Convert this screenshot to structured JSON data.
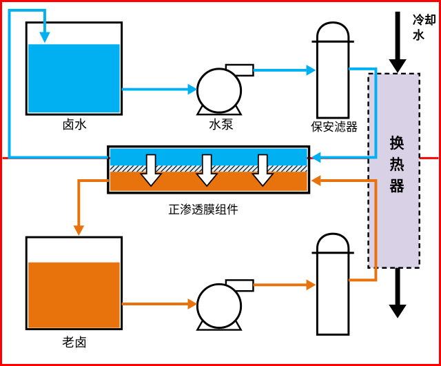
{
  "diagram": {
    "title_hint": "forward-osmosis-brine-concentration-flow-diagram",
    "labels": {
      "brine_tank": "卤水",
      "feed_pump": "水泵",
      "security_filter": "保安滤器",
      "cooling_water": "冷却水",
      "heat_exchanger": "换热器",
      "membrane_module": "正渗透膜组件",
      "old_brine_tank": "老卤"
    },
    "colors": {
      "feed_stream": "#00b0f0",
      "draw_stream": "#e8720c",
      "heat_exchanger_fill": "#d9d2e7",
      "frame_border": "#ff0000",
      "cooling_stream": "#000000",
      "vessel_outline": "#000000"
    }
  }
}
